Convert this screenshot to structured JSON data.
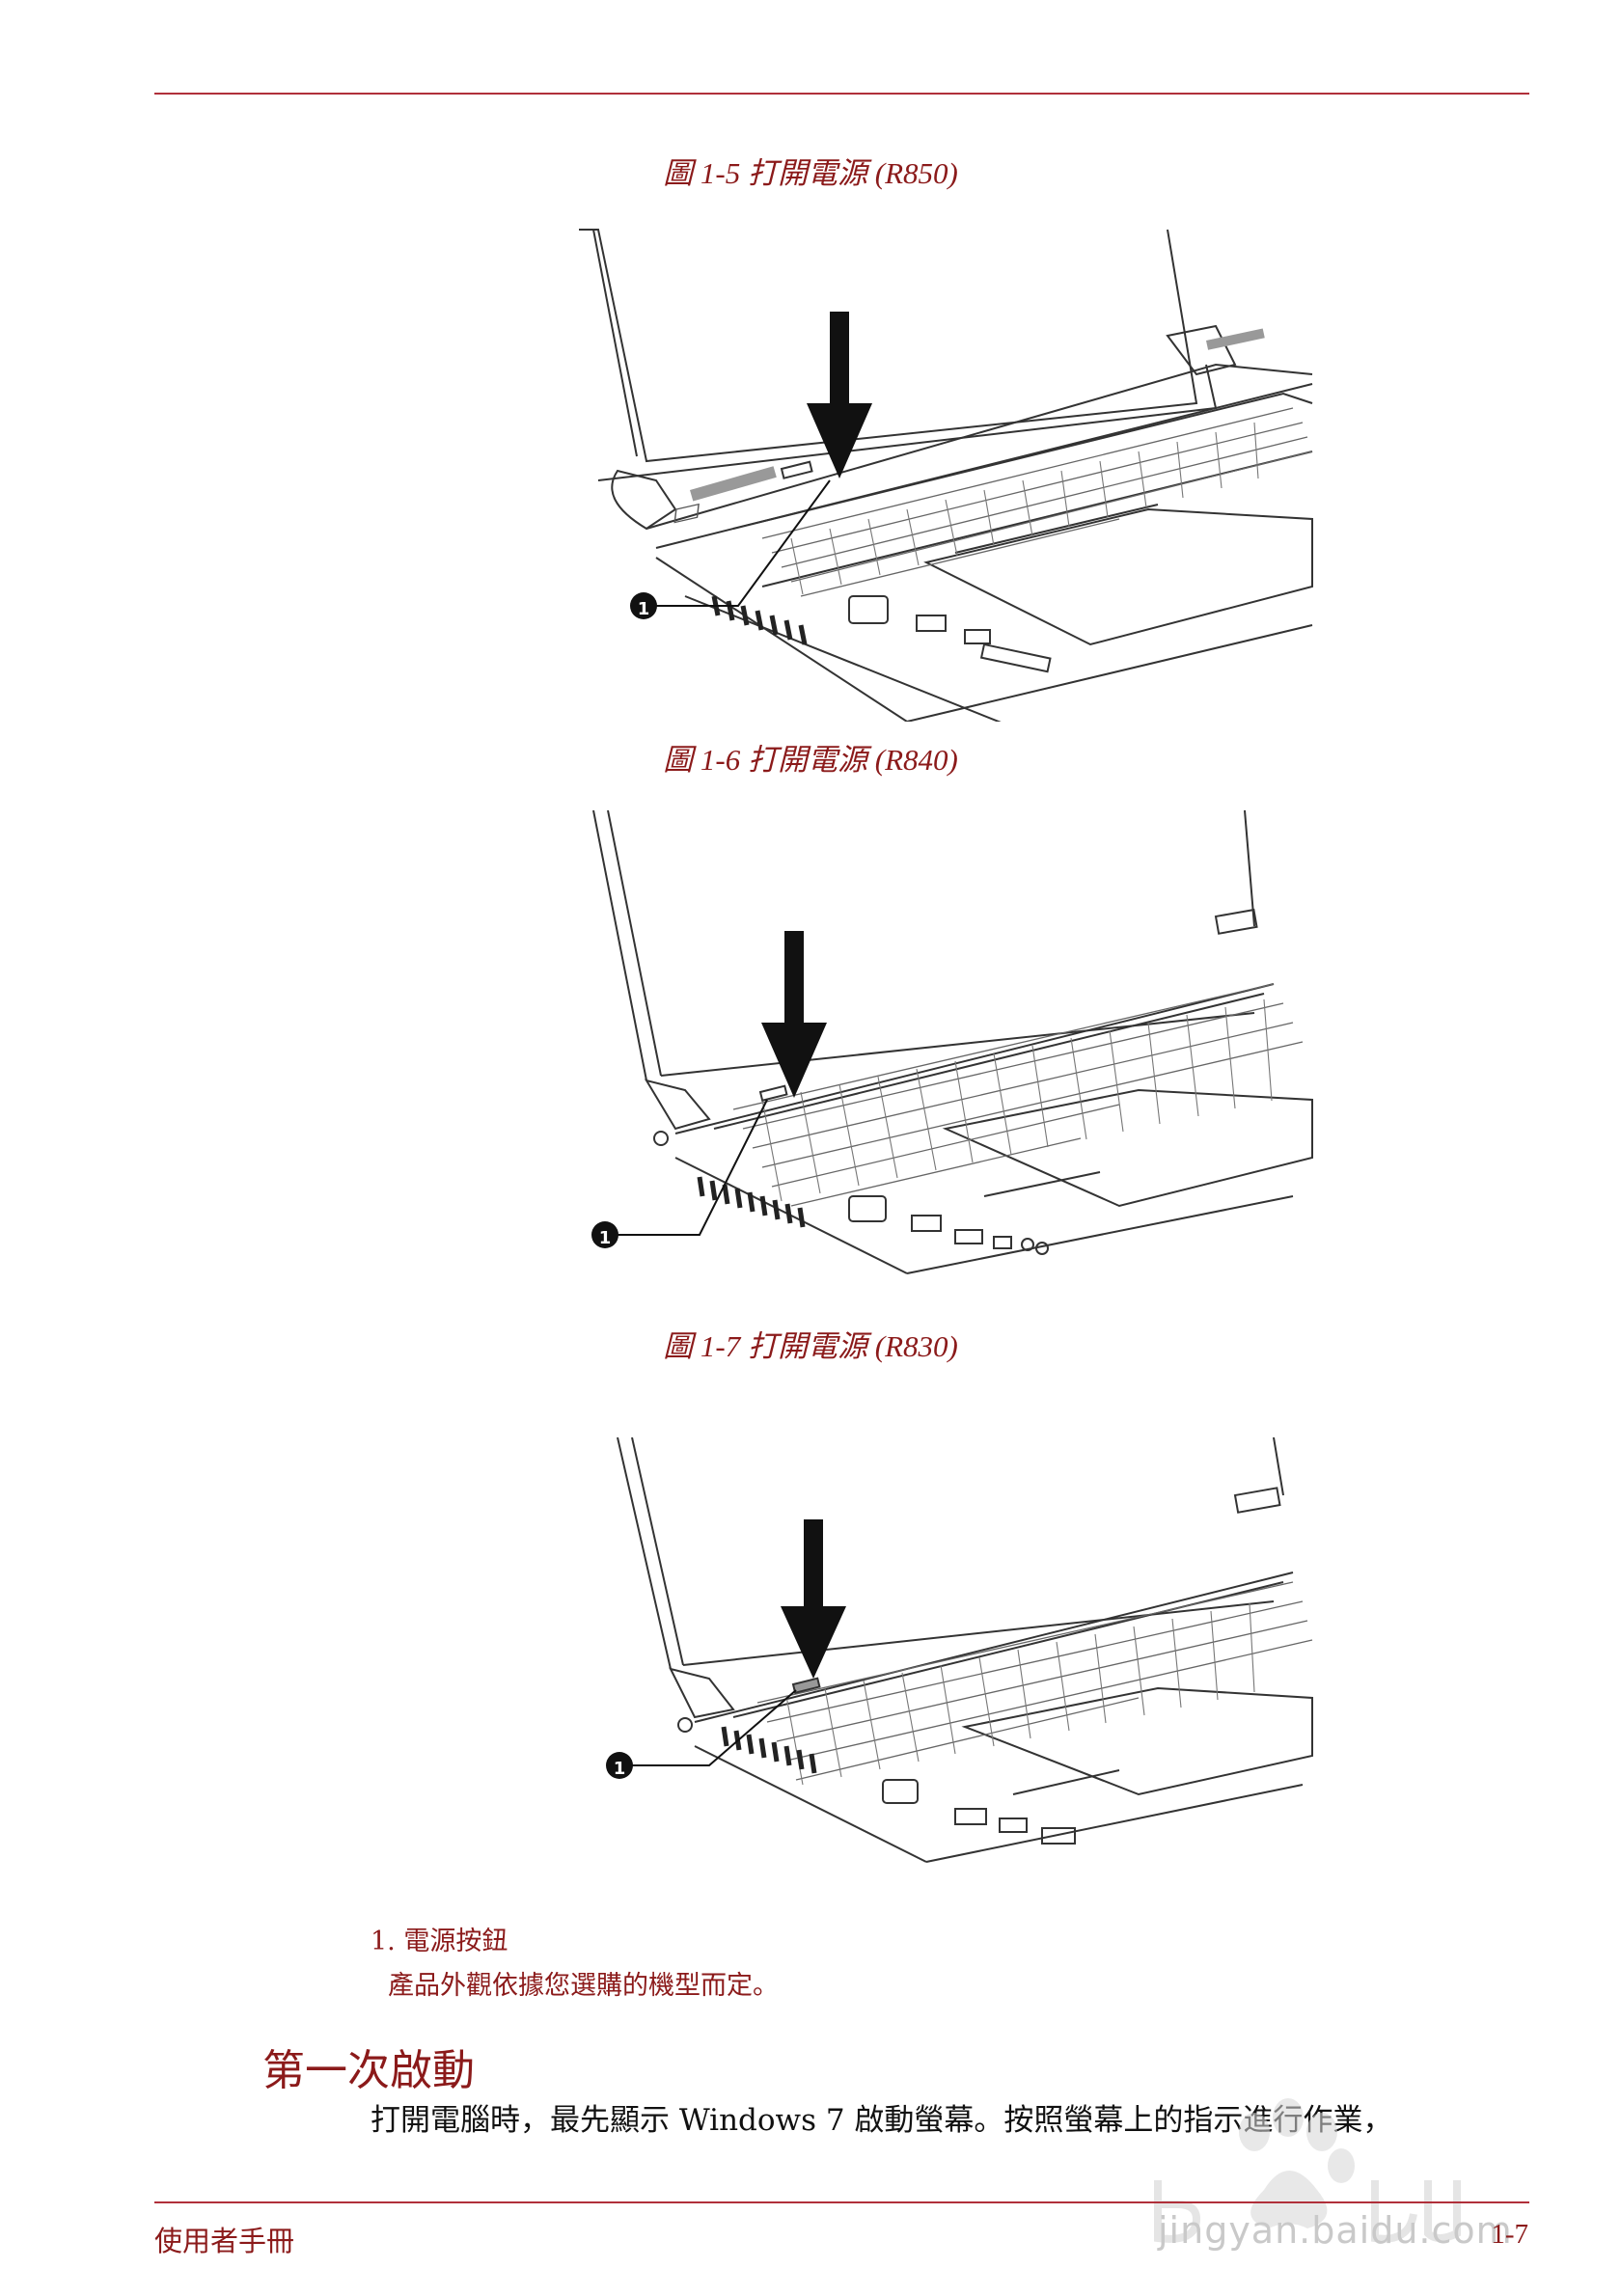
{
  "figures": [
    {
      "caption": "圖 1-5 打開電源 (R850)",
      "callout": "1"
    },
    {
      "caption": "圖 1-6 打開電源 (R840)",
      "callout": "1"
    },
    {
      "caption": "圖 1-7 打開電源 (R830)",
      "callout": "1"
    }
  ],
  "legend": {
    "item": "1. 電源按鈕",
    "note": "產品外觀依據您選購的機型而定。"
  },
  "section": {
    "heading": "第一次啟動",
    "body": "打開電腦時，最先顯示 Windows 7 啟動螢幕。按照螢幕上的指示進行作業，"
  },
  "footer": {
    "left": "使用者手冊",
    "right": "1-7"
  },
  "watermark": {
    "text": "jingyan.baidu.com"
  },
  "colors": {
    "accent": "#8b1a1a",
    "rule": "#b0303a"
  }
}
